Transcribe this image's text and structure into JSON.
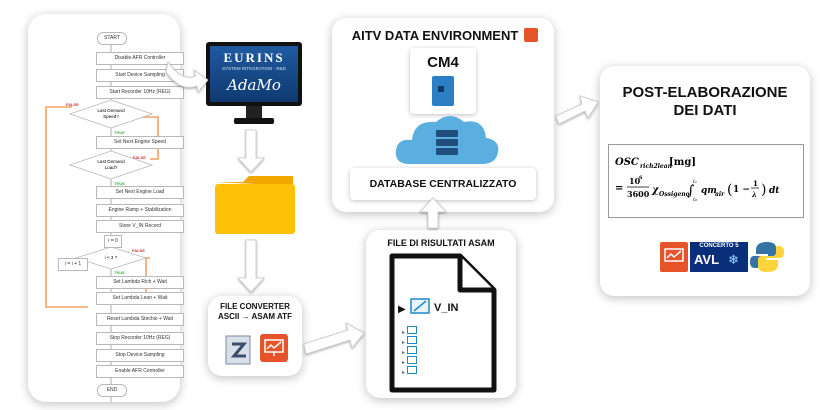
{
  "flowchart": {
    "start": "START",
    "end": "END",
    "steps": [
      "Disable AFR Controller",
      "Start Device Sampling",
      "Start Recorder 10Hz (REG)",
      "Set Next Engine Speed",
      "Set Next Engine Load",
      "Engine Ramp + Stabilization",
      "Store V_IN Record",
      "i = 0",
      "Set Lambda Rich + Wait",
      "Set Lambda Lean + Wait",
      "Reset Lambda Stechio + Wait",
      "Stop Recorder 10Hz (REG)",
      "Stop Device Sampling",
      "Enable AFR Controller"
    ],
    "decisions": [
      "Last Demand Speed?",
      "Last Demand Load?",
      "i < 3 ?"
    ],
    "increment": "i = i + 1",
    "true_label": "TRUE",
    "false_label": "FALSE"
  },
  "adamo": {
    "brand": "EURINS",
    "tagline": "SYSTEM INTEGRATION - R&D",
    "product": "AdaMo"
  },
  "converter": {
    "title_line1": "FILE CONVERTER",
    "title_line2": "ASCII → ASAM ATF"
  },
  "aitv": {
    "title": "AITV DATA ENVIRONMENT",
    "cm4": "CM4",
    "database": "DATABASE CENTRALIZZATO"
  },
  "asam": {
    "title": "FILE DI RISULTATI ASAM",
    "record": "V_IN"
  },
  "post": {
    "title_line1": "POST-ELABORAZIONE",
    "title_line2": "DEI DATI",
    "concerto": "CONCERTO 5",
    "avl": "AVL"
  },
  "colors": {
    "flow_orange": "#f4a261",
    "folder_yellow": "#ffc107",
    "screen_blue": "#1a4a8a",
    "cloud_blue": "#5aaee0",
    "cm4_blue": "#2b7fc4",
    "concerto_orange": "#e8542a",
    "avl_blue": "#0a2f7a"
  }
}
